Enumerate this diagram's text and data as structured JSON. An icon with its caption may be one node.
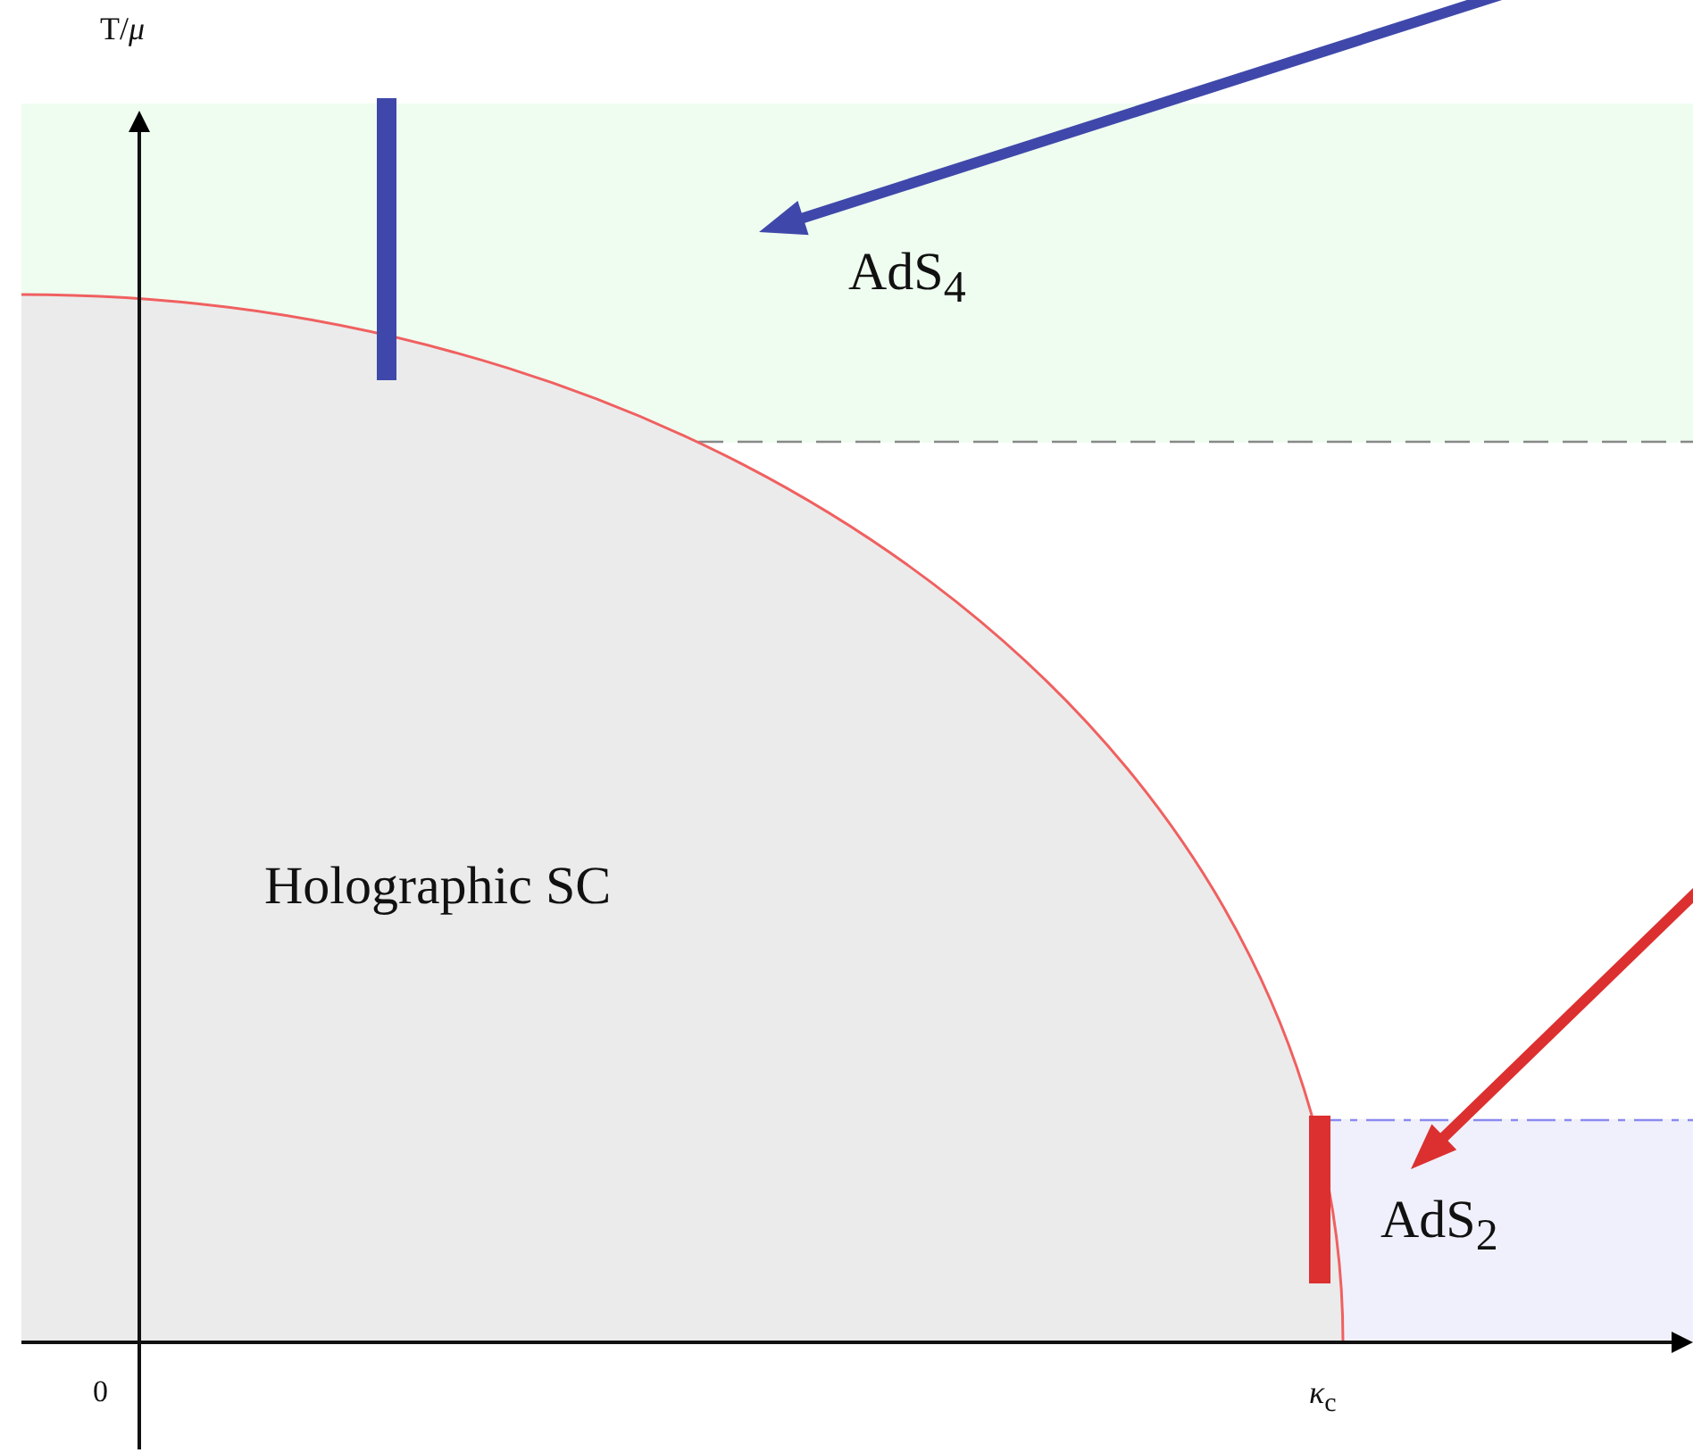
{
  "diagram": {
    "nodes": [
      {
        "text": [
          "AdS$_{4}$"
        ]
      },
      {
        "text": [
          "Holographic SC"
        ]
      },
      {
        "text": [
          "AdS$_{2}$"
        ]
      }
    ],
    "edges": [
      {
        "from": null,
        "to": 0,
        "arrow": "to",
        "color": "#3f48aa"
      },
      {
        "from": null,
        "to": 2,
        "arrow": "to",
        "color": "#dc3030"
      }
    ],
    "labels": [
      "T/*μ*",
      "0",
      "*κ*$_{c}$"
    ]
  }
}
